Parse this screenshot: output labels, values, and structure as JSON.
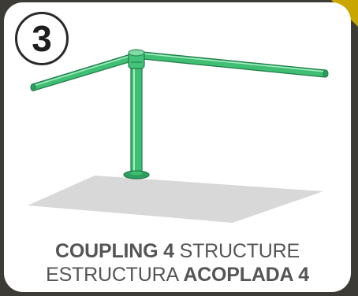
{
  "step": {
    "number": "3"
  },
  "caption": {
    "line1_bold": "COUPLING 4",
    "line1_regular": " STRUCTURE",
    "line2_regular": "ESTRUCTURA ",
    "line2_bold": "ACOPLADA 4"
  },
  "colors": {
    "tube": "#3fbf73",
    "tube_highlight": "#a8ecc4",
    "tube_shadow": "#1f7a48",
    "ground": "#d8d8d8",
    "background": "#3d3b36",
    "card": "#ffffff",
    "corner_accent": "#c9a700"
  }
}
